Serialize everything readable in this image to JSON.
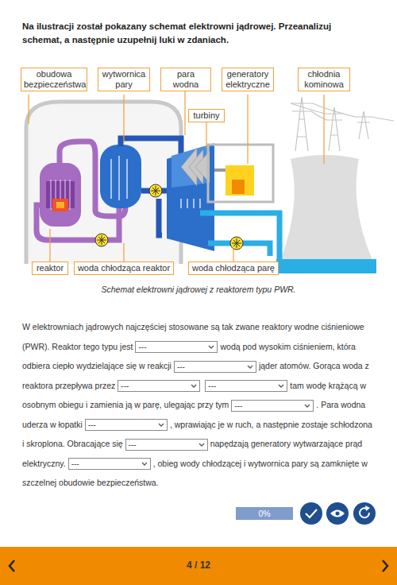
{
  "diagram": {
    "title": "Na ilustracji został pokazany schemat elektrowni jądrowej. Przeanalizuj schemat, a następnie uzupełnij luki w zdaniach.",
    "caption": "Schemat elektrowni jądrowej z reaktorem typu PWR.",
    "nodes": [
      {
        "text": [
          "obudowa bezpieczeństwa"
        ]
      },
      {
        "text": [
          "wytwornica pary"
        ]
      },
      {
        "text": [
          "para wodna"
        ]
      },
      {
        "text": [
          "generatory elektryczne"
        ]
      },
      {
        "text": [
          "chłodnia kominowa"
        ]
      },
      {
        "text": [
          "turbiny"
        ]
      },
      {
        "text": [
          "reaktor"
        ]
      },
      {
        "text": [
          "woda chłodząca reaktor"
        ]
      },
      {
        "text": [
          "woda chłodząca parę"
        ]
      },
      {
        "text": [
          "---"
        ]
      },
      {
        "text": [
          "---"
        ]
      },
      {
        "text": [
          "---"
        ]
      },
      {
        "text": [
          "---"
        ]
      },
      {
        "text": [
          "---"
        ]
      },
      {
        "text": [
          "---"
        ]
      },
      {
        "text": [
          "---"
        ]
      },
      {
        "text": [
          "---"
        ]
      },
      {
        "text": [
          "0%"
        ]
      }
    ],
    "labels": [
      "W elektrowniach jądrowych najczęściej stosowane są tak zwane reaktory wodne ciśnieniowe (PWR). Reaktor tego typu jest",
      "wodą pod wysokim ciśnieniem, która odbiera ciepło wydzielające się w reakcji",
      "jąder atomów. Gorąca woda z reaktora przepływa przez",
      "tam wodę krążącą w osobnym obiegu i zamienia ją w parę, ulegając przy tym",
      ". Para wodna uderza w łopatki",
      ", wprawiając je w ruch, a następnie zostaje schłodzona i skroplona. Obracające się",
      "napędzają generatory wytwarzające prąd elektryczny.",
      ", obieg wody chłodzącej i wytwornica pary są zamknięte w szczelnej obudowie bezpieczeństwa.",
      "4 / 12"
    ]
  }
}
